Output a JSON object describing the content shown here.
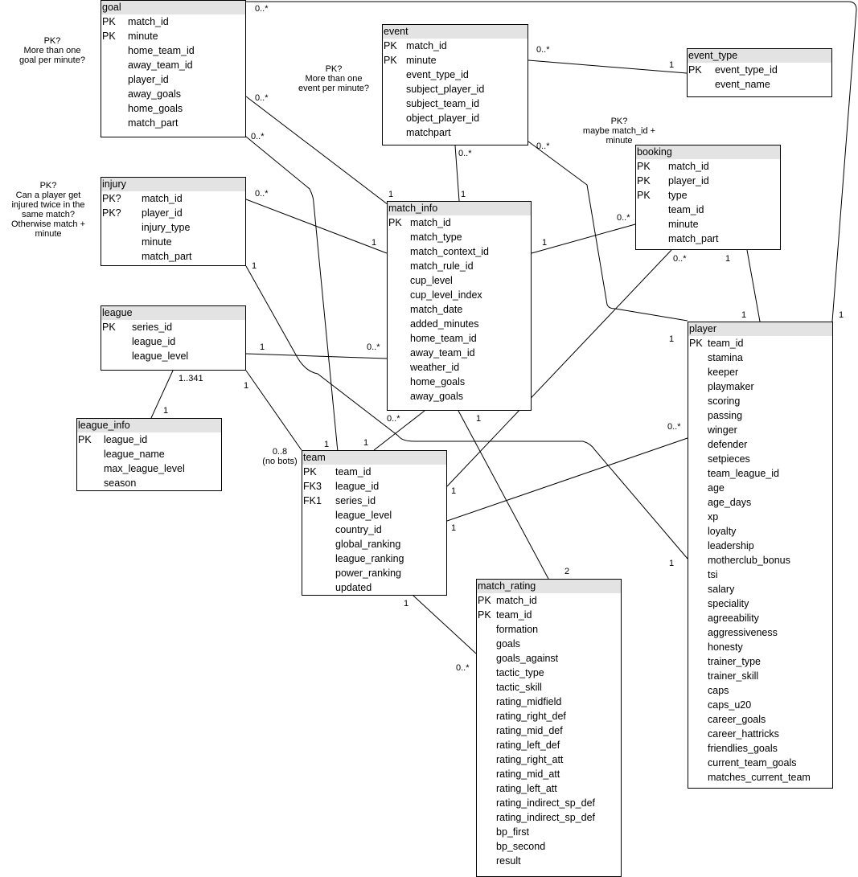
{
  "entities": [
    {
      "id": "goal",
      "title": "goal",
      "rows": [
        {
          "key": "PK",
          "name": "match_id"
        },
        {
          "key": "PK",
          "name": "minute"
        },
        {
          "key": "",
          "name": "home_team_id"
        },
        {
          "key": "",
          "name": "away_team_id"
        },
        {
          "key": "",
          "name": "player_id"
        },
        {
          "key": "",
          "name": "away_goals"
        },
        {
          "key": "",
          "name": "home_goals"
        },
        {
          "key": "",
          "name": "match_part"
        }
      ]
    },
    {
      "id": "event",
      "title": "event",
      "rows": [
        {
          "key": "PK",
          "name": "match_id"
        },
        {
          "key": "PK",
          "name": "minute"
        },
        {
          "key": "",
          "name": "event_type_id"
        },
        {
          "key": "",
          "name": "subject_player_id"
        },
        {
          "key": "",
          "name": "subject_team_id"
        },
        {
          "key": "",
          "name": "object_player_id"
        },
        {
          "key": "",
          "name": "matchpart"
        }
      ]
    },
    {
      "id": "event_type",
      "title": "event_type",
      "rows": [
        {
          "key": "PK",
          "name": "event_type_id"
        },
        {
          "key": "",
          "name": "event_name"
        }
      ]
    },
    {
      "id": "booking",
      "title": "booking",
      "rows": [
        {
          "key": "PK",
          "name": "match_id"
        },
        {
          "key": "PK",
          "name": "player_id"
        },
        {
          "key": "PK",
          "name": "type"
        },
        {
          "key": "",
          "name": "team_id"
        },
        {
          "key": "",
          "name": "minute"
        },
        {
          "key": "",
          "name": "match_part"
        }
      ]
    },
    {
      "id": "injury",
      "title": "injury",
      "rows": [
        {
          "key": "PK?",
          "name": "match_id"
        },
        {
          "key": "PK?",
          "name": "player_id"
        },
        {
          "key": "",
          "name": "injury_type"
        },
        {
          "key": "",
          "name": "minute"
        },
        {
          "key": "",
          "name": "match_part"
        }
      ]
    },
    {
      "id": "match_info",
      "title": "match_info",
      "rows": [
        {
          "key": "PK",
          "name": "match_id"
        },
        {
          "key": "",
          "name": "match_type"
        },
        {
          "key": "",
          "name": "match_context_id"
        },
        {
          "key": "",
          "name": "match_rule_id"
        },
        {
          "key": "",
          "name": "cup_level"
        },
        {
          "key": "",
          "name": "cup_level_index"
        },
        {
          "key": "",
          "name": "match_date"
        },
        {
          "key": "",
          "name": "added_minutes"
        },
        {
          "key": "",
          "name": "home_team_id"
        },
        {
          "key": "",
          "name": "away_team_id"
        },
        {
          "key": "",
          "name": "weather_id"
        },
        {
          "key": "",
          "name": "home_goals"
        },
        {
          "key": "",
          "name": "away_goals"
        }
      ]
    },
    {
      "id": "league",
      "title": "league",
      "rows": [
        {
          "key": "PK",
          "name": "series_id"
        },
        {
          "key": "",
          "name": "league_id"
        },
        {
          "key": "",
          "name": "league_level"
        }
      ]
    },
    {
      "id": "league_info",
      "title": "league_info",
      "rows": [
        {
          "key": "PK",
          "name": "league_id"
        },
        {
          "key": "",
          "name": "league_name"
        },
        {
          "key": "",
          "name": "max_league_level"
        },
        {
          "key": "",
          "name": "season"
        }
      ]
    },
    {
      "id": "team",
      "title": "team",
      "rows": [
        {
          "key": "PK",
          "name": "team_id"
        },
        {
          "key": "FK3",
          "name": "league_id"
        },
        {
          "key": "FK1",
          "name": "series_id"
        },
        {
          "key": "",
          "name": "league_level"
        },
        {
          "key": "",
          "name": "country_id"
        },
        {
          "key": "",
          "name": "global_ranking"
        },
        {
          "key": "",
          "name": "league_ranking"
        },
        {
          "key": "",
          "name": "power_ranking"
        },
        {
          "key": "",
          "name": "updated"
        }
      ]
    },
    {
      "id": "player",
      "title": "player",
      "rows": [
        {
          "key": "PK",
          "name": "team_id"
        },
        {
          "key": "",
          "name": "stamina"
        },
        {
          "key": "",
          "name": "keeper"
        },
        {
          "key": "",
          "name": "playmaker"
        },
        {
          "key": "",
          "name": "scoring"
        },
        {
          "key": "",
          "name": "passing"
        },
        {
          "key": "",
          "name": "winger"
        },
        {
          "key": "",
          "name": "defender"
        },
        {
          "key": "",
          "name": "setpieces"
        },
        {
          "key": "",
          "name": "team_league_id"
        },
        {
          "key": "",
          "name": "age"
        },
        {
          "key": "",
          "name": "age_days"
        },
        {
          "key": "",
          "name": "xp"
        },
        {
          "key": "",
          "name": "loyalty"
        },
        {
          "key": "",
          "name": "leadership"
        },
        {
          "key": "",
          "name": "motherclub_bonus"
        },
        {
          "key": "",
          "name": "tsi"
        },
        {
          "key": "",
          "name": "salary"
        },
        {
          "key": "",
          "name": "speciality"
        },
        {
          "key": "",
          "name": "agreeability"
        },
        {
          "key": "",
          "name": "aggressiveness"
        },
        {
          "key": "",
          "name": "honesty"
        },
        {
          "key": "",
          "name": "trainer_type"
        },
        {
          "key": "",
          "name": "trainer_skill"
        },
        {
          "key": "",
          "name": "caps"
        },
        {
          "key": "",
          "name": "caps_u20"
        },
        {
          "key": "",
          "name": "career_goals"
        },
        {
          "key": "",
          "name": "career_hattricks"
        },
        {
          "key": "",
          "name": "friendlies_goals"
        },
        {
          "key": "",
          "name": "current_team_goals"
        },
        {
          "key": "",
          "name": "matches_current_team"
        }
      ]
    },
    {
      "id": "match_rating",
      "title": "match_rating",
      "rows": [
        {
          "key": "PK",
          "name": "match_id"
        },
        {
          "key": "PK",
          "name": "team_id"
        },
        {
          "key": "",
          "name": "formation"
        },
        {
          "key": "",
          "name": "goals"
        },
        {
          "key": "",
          "name": "goals_against"
        },
        {
          "key": "",
          "name": "tactic_type"
        },
        {
          "key": "",
          "name": "tactic_skill"
        },
        {
          "key": "",
          "name": "rating_midfield"
        },
        {
          "key": "",
          "name": "rating_right_def"
        },
        {
          "key": "",
          "name": "rating_mid_def"
        },
        {
          "key": "",
          "name": "rating_left_def"
        },
        {
          "key": "",
          "name": "rating_right_att"
        },
        {
          "key": "",
          "name": "rating_mid_att"
        },
        {
          "key": "",
          "name": "rating_left_att"
        },
        {
          "key": "",
          "name": "rating_indirect_sp_def"
        },
        {
          "key": "",
          "name": "rating_indirect_sp_def"
        },
        {
          "key": "",
          "name": "bp_first"
        },
        {
          "key": "",
          "name": "bp_second"
        },
        {
          "key": "",
          "name": "result"
        }
      ]
    }
  ],
  "notes": [
    {
      "id": "goal-pk",
      "text": "PK?\nMore than one\ngoal per minute?"
    },
    {
      "id": "event-pk",
      "text": "PK?\nMore than one\nevent per minute?"
    },
    {
      "id": "booking-pk",
      "text": "PK?\nmaybe match_id +\nminute"
    },
    {
      "id": "injury-pk",
      "text": "PK?\nCan a player get\ninjured twice in the\nsame match?\nOtherwise match +\nminute"
    },
    {
      "id": "team-bots",
      "text": "0..8\n(no bots)"
    }
  ],
  "cardinalities": [
    "0..*",
    "0..*",
    "0..*",
    "1",
    "0..*",
    "1",
    "0..*",
    "1",
    "0..*",
    "1",
    "0..*",
    "1",
    "0..*",
    "0..*",
    "1",
    "1",
    "1",
    "1",
    "1",
    "0..*",
    "1..341",
    "1",
    "1",
    "1",
    "1",
    "0..*",
    "1",
    "1",
    "2",
    "0..*",
    "1",
    "1",
    "1",
    "0..*",
    "1"
  ]
}
